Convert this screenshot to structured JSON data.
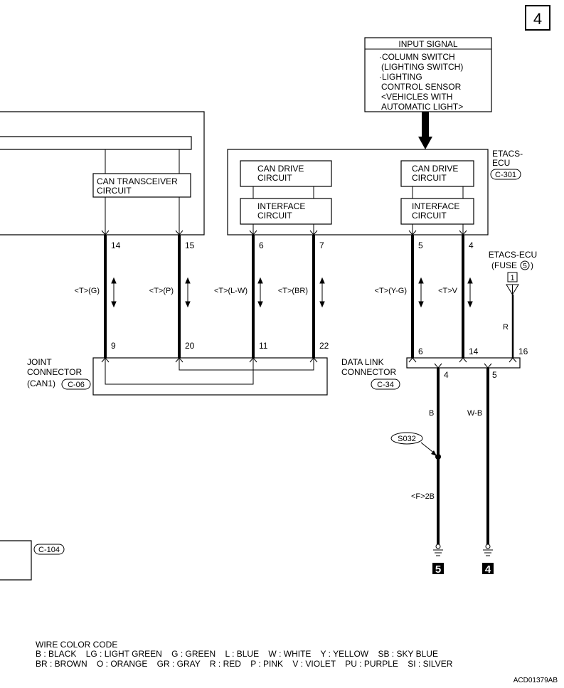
{
  "page_number": "4",
  "input_signal": {
    "title": "INPUT SIGNAL",
    "lines": [
      "·COLUMN SWITCH",
      "(LIGHTING SWITCH)",
      "·LIGHTING",
      "CONTROL SENSOR",
      "<VEHICLES WITH",
      "AUTOMATIC LIGHT>"
    ]
  },
  "etacs": {
    "name_line1": "ETACS-",
    "name_line2": "ECU",
    "connector": "C-301"
  },
  "can_transceiver": {
    "line1": "CAN TRANSCEIVER",
    "line2": "CIRCUIT"
  },
  "can_drive": {
    "line1": "CAN DRIVE",
    "line2": "CIRCUIT"
  },
  "interface": {
    "line1": "INTERFACE",
    "line2": "CIRCUIT"
  },
  "fuse_ref": {
    "line1": "ETACS-ECU",
    "line2": "(FUSE",
    "fuse_no": "5",
    "box_no": "1",
    "wire": "R"
  },
  "wires": [
    {
      "top_pin": "14",
      "label": "<T>(G)",
      "bottom_pin": "9"
    },
    {
      "top_pin": "15",
      "label": "<T>(P)",
      "bottom_pin": "20"
    },
    {
      "top_pin": "6",
      "label": "<T>(L-W)",
      "bottom_pin": "11"
    },
    {
      "top_pin": "7",
      "label": "<T>(BR)",
      "bottom_pin": "22"
    },
    {
      "top_pin": "5",
      "label": "<T>(Y-G)",
      "bottom_pin": "6"
    },
    {
      "top_pin": "4",
      "label": "<T>V",
      "bottom_pin": "14"
    }
  ],
  "fuse_pin": "16",
  "joint_connector": {
    "line1": "JOINT",
    "line2": "CONNECTOR",
    "line3": "(CAN1)",
    "connector": "C-06"
  },
  "data_link_connector": {
    "line1": "DATA LINK",
    "line2": "CONNECTOR",
    "connector": "C-34"
  },
  "ground_wires": [
    {
      "pin": "4",
      "color": "B",
      "splice": "S032",
      "lower_label": "<F>2B",
      "ground_no": "5"
    },
    {
      "pin": "5",
      "color": "W-B",
      "ground_no": "4"
    }
  ],
  "c104": "C-104",
  "legend": {
    "title": "WIRE COLOR CODE",
    "line1": "B : BLACK    LG : LIGHT GREEN    G : GREEN    L : BLUE    W : WHITE    Y : YELLOW    SB : SKY BLUE",
    "line2": "BR : BROWN    O : ORANGE    GR : GRAY    R : RED    P : PINK    V : VIOLET    PU : PURPLE    SI : SILVER"
  },
  "figure_id": "ACD01379AB"
}
